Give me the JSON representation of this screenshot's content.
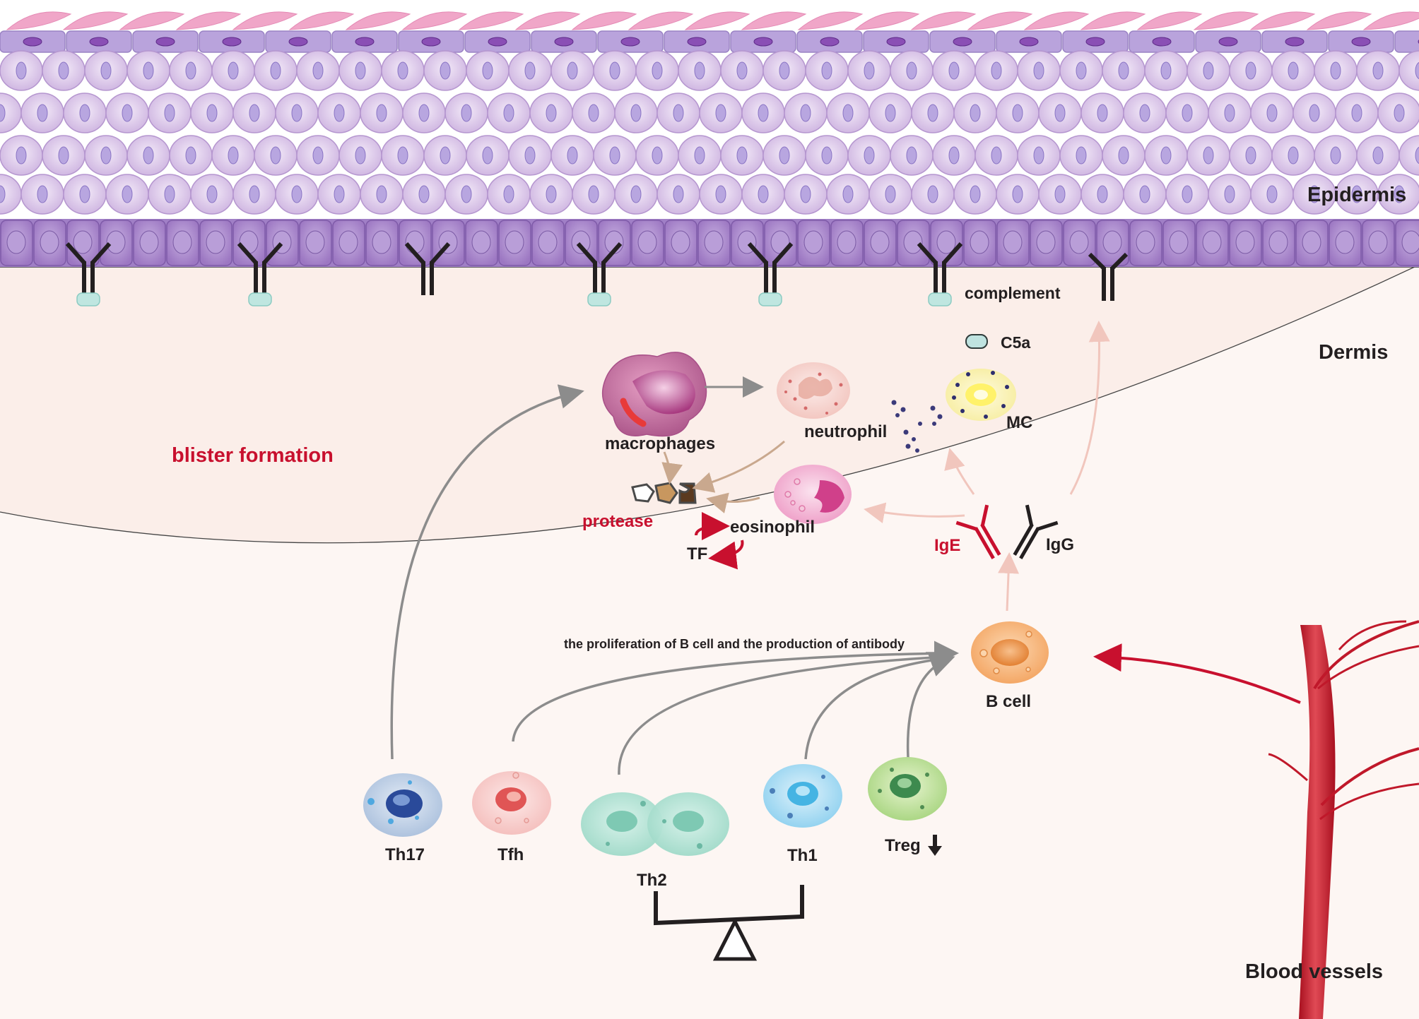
{
  "labels": {
    "epidermis": "Epidermis",
    "dermis": "Dermis",
    "blister": "blister formation",
    "complement": "complement",
    "c5a": "C5a",
    "macrophages": "macrophages",
    "neutrophil": "neutrophil",
    "mc": "MC",
    "protease": "protease",
    "eosinophil": "eosinophil",
    "tf": "TF",
    "ige": "IgE",
    "igg": "IgG",
    "proliferation": "the proliferation of B cell and the production of antibody",
    "bcell": "B cell",
    "th17": "Th17",
    "tfh": "Tfh",
    "th2": "Th2",
    "th1": "Th1",
    "treg": "Treg",
    "blood_vessels": "Blood vessels"
  },
  "colors": {
    "accent_red": "#c8102e",
    "dermis_bg": "#fcf2ef",
    "basal_cell": "#a583c7",
    "spinous_cell": "#d9c4e8",
    "arrow_gray": "#8c8c8c",
    "vessel_red": "#c0182a"
  }
}
